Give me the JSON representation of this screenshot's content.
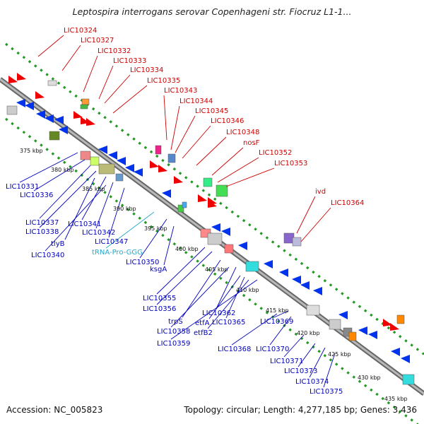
{
  "title": "Leptospira interrogans serovar Copenhageni str. Fiocruz L1-1...",
  "accession": "Accession: NC_005823",
  "summary": "Topology: circular; Length: 4,277,185 bp; Genes: 3,436",
  "colors": {
    "forward_label": "#cc0000",
    "reverse_label": "#0000bb",
    "rna_label": "#22aacc",
    "backbone": "#8c8c8c",
    "dotted_track": "#229922",
    "forward_gene": "#ee0000",
    "reverse_gene": "#0033ee"
  },
  "scale_labels": [
    "375 kbp",
    "380 kbp",
    "385 kbp",
    "390 kbp",
    "395 kbp",
    "400 kbp",
    "405 kbp",
    "410 kbp",
    "415 kbp",
    "420 kbp",
    "425 kbp",
    "430 kbp",
    "435 kbp"
  ],
  "forward_genes": [
    "LIC10324",
    "LIC10327",
    "LIC10332",
    "LIC10333",
    "LIC10334",
    "LIC10335",
    "LIC10343",
    "LIC10344",
    "LIC10345",
    "LIC10346",
    "LIC10348",
    "nosF",
    "LIC10352",
    "LIC10353",
    "ivd",
    "LIC10364"
  ],
  "reverse_genes": [
    "LIC10331",
    "LIC10336",
    "LIC10337",
    "LIC10338",
    "LIC10341",
    "LIC10342",
    "tlyB",
    "LIC10347",
    "LIC10340",
    "tRNA-Pro-GGG",
    "LIC10350",
    "ksgA",
    "LIC10355",
    "LIC10356",
    "trpS",
    "LIC10362",
    "LIC10358",
    "etfA",
    "LIC10365",
    "etfB2",
    "LIC10359",
    "LIC10369",
    "LIC10368",
    "LIC10370",
    "LIC10371",
    "LIC10373",
    "LIC10374",
    "LIC10375"
  ],
  "rna_genes": [
    "tRNA-Pro-GGG"
  ]
}
